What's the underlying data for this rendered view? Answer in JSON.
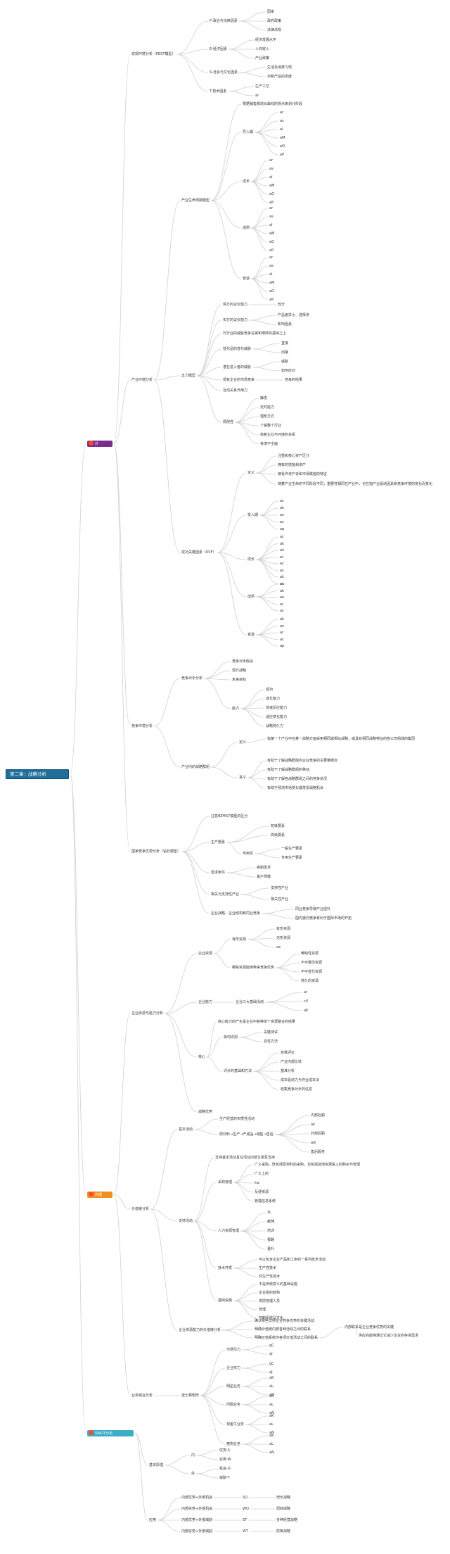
{
  "colors": {
    "line": "#d0d0d0",
    "root_bg": "#1f6f9a",
    "pest_bg": "#7b2d8f",
    "chain_bg": "#f0901e",
    "swot_bg": "#3aaec4",
    "text": "#333333"
  },
  "root": {
    "label": "第二章：战略分析"
  },
  "branch_pest": {
    "label": "外"
  },
  "branch_chain": {
    "label": "内部"
  },
  "branch_swot": {
    "label": "SWOT分析"
  },
  "macro": {
    "label": "宏观环境分析（PEST模型）",
    "p": {
      "label": "P-政治与法律因素",
      "items": [
        "国家",
        "政府政策",
        "法律法规"
      ]
    },
    "e": {
      "label": "E-经济因素",
      "items": [
        "经济发展水平",
        "人均收入",
        "产业政策"
      ]
    },
    "s": {
      "label": "S-社会与文化因素",
      "items": [
        "生活及消费习惯",
        "对新产品的态度"
      ]
    },
    "t": {
      "label": "T-技术因素",
      "items": [
        "生产工艺",
        "ar"
      ]
    }
  },
  "industry": {
    "label": "产业环境分析",
    "lifecycle": {
      "label": "产业生命周期模型",
      "head": "根据销售额增长曲线的拐点来划分阶段",
      "intro": {
        "label": "导入期",
        "items": [
          "ar",
          "as",
          "al",
          "aM",
          "aO",
          "aP"
        ]
      },
      "growth": {
        "label": "成长",
        "items": [
          "ar",
          "as",
          "al",
          "aM",
          "aO",
          "aP"
        ]
      },
      "mature": {
        "label": "成熟",
        "items": [
          "ar",
          "as",
          "al",
          "aM",
          "aO",
          "aP"
        ]
      },
      "decline": {
        "label": "衰退",
        "items": [
          "ar",
          "as",
          "al",
          "aM",
          "aO",
          "aP"
        ]
      }
    },
    "five": {
      "label": "五力模型",
      "supplier": {
        "label": "供方的议价能力",
        "items": [
          "较分"
        ]
      },
      "buyer": {
        "label": "买方的议价能力",
        "items": [
          "产品差异小、选择多",
          "影响因素"
        ]
      },
      "base": "行行业的威胁竞争在等和博弈的基础之上",
      "substitute": {
        "label": "替代品的替代威胁",
        "items": [
          "直接",
          "间接"
        ]
      },
      "entrant": {
        "label": "潜在进入者的威胁",
        "items": [
          "威胁",
          "如何应对"
        ]
      },
      "rival": {
        "label": "现有企业的市场竞争",
        "items": [
          "竞争的结果"
        ]
      },
      "other": "互动关系作用力",
      "limit": {
        "label": "局限性",
        "items": [
          "静态",
          "定时能力",
          "理想方式",
          "了解整个行业",
          "依赖企业与环境的关系",
          "考虑不全面"
        ]
      }
    },
    "ksf": {
      "label": "成功关键因素（KSF）",
      "note": {
        "label": "定义",
        "items": [
          "注重和核心资产区分",
          "拥有的技能和资产",
          "被看作资产去和市场赋值的特征",
          "随着产业生命的不同阶段不同，重要性相同在产业中，也在指产业驱动因素和竞争环境的变化而变化"
        ]
      },
      "intro": {
        "label": "投入期",
        "items": [
          "ac",
          "ak",
          "an",
          "ac",
          "ap"
        ]
      },
      "growth": {
        "label": "成长",
        "items": [
          "ac",
          "ak",
          "an",
          "ar",
          "ac",
          "as",
          "ak",
          "an"
        ]
      },
      "mature": {
        "label": "成熟",
        "items": [
          "ac",
          "ak",
          "an",
          "ar",
          "ac"
        ]
      },
      "decline": {
        "label": "衰退",
        "items": [
          "ak",
          "an",
          "ar",
          "ac",
          "ap"
        ]
      }
    }
  },
  "rivalry": {
    "label": "竞争环境分析",
    "competitor": {
      "label": "竞争对手分析",
      "items": [
        "竞争对手假设",
        "现行战略",
        "未来目标"
      ]
    },
    "ability": {
      "label": "能力",
      "items": [
        "成功",
        "成长能力",
        "快速反应能力",
        "适应变化能力",
        "战略持久力"
      ]
    },
    "group": {
      "label": "产业内的战略群组",
      "def": {
        "label": "定义",
        "items": [
          "指某一个产业中在某一战略方面采用相同或相似战略，或具有相同战略特征的各公司组成的集团"
        ]
      },
      "meaning": {
        "label": "意义",
        "items": [
          "有助于了解战略群组内企业竞争的主要着眼点",
          "有助于了解战略群组的移动",
          "有助于了解各战略群组之间的竞争状况",
          "有助于预测市场变化或发现战略机会"
        ]
      }
    }
  },
  "national": {
    "label": "国家竞争优势分析（钻石模型）",
    "head": "注意和PEST模型的区分",
    "factor": {
      "label": "生产要素",
      "items": [
        "初级要素",
        "高级要素"
      ],
      "sub": "专用性",
      "subitems": [
        "一般生产要素",
        "专用生产要素"
      ]
    },
    "demand": {
      "label": "需求条件",
      "items": [
        "挑剔需求",
        "客户规模"
      ]
    },
    "support": {
      "label": "相关与支持性产业",
      "items": [
        "支持性产业",
        "相关性产业"
      ]
    },
    "strategy": {
      "label": "企业战略、企业结构和同业竞争",
      "items": [
        "同业竞争导致产业提升",
        "国内激烈竞争有利于国际市场的开拓"
      ]
    }
  },
  "resources": {
    "label": "企业资源与能力分析",
    "res": {
      "label": "企业资源",
      "tangible": {
        "label": "有形资源",
        "items": [
          "有形资源",
          "无形资源",
          "ax"
        ]
      },
      "value": {
        "label": "哪些资源能够带来竞争优势",
        "items": [
          "稀缺性资源",
          "不可模仿资源",
          "不可替代资源",
          "持久的资源"
        ]
      }
    },
    "cap": {
      "label": "企业能力",
      "core": {
        "label": "企业三大基础活动",
        "items": [
          "ar",
          "cV",
          "aK"
        ]
      }
    },
    "core": {
      "label": "核心",
      "head": "核心能力的产生是企业中各种单个资源整合的结果",
      "identify": {
        "label": "如何识别",
        "items": [
          "关键测试",
          "具性方法"
        ]
      },
      "eval": {
        "label": "评价的基础和方法",
        "items": [
          "自我评价",
          "产业内部比较",
          "基准分析",
          "成本驱动力与作业成本法",
          "收集竞争对手的信息"
        ]
      }
    },
    "benchmark": "战略优势"
  },
  "value_chain": {
    "label": "价值链分析",
    "basic": {
      "label": "基本活动",
      "head": "生产经营的实质性活动",
      "flow": "原材料→生产→产成品→销售→售后",
      "items": [
        "内部后勤",
        "ak",
        "外部后勤",
        "aN",
        "售后服务"
      ]
    },
    "support": {
      "label": "支持活动",
      "head": "支持基本活动且在活动内部又相互支持",
      "purchase": {
        "label": "采购管理",
        "items": [
          "广义采购，既包括原材料的采购，也包括其他资源投入的购买与管理",
          "广义上的",
          "kw",
          "及便资源",
          "管理信息系统"
        ]
      },
      "hr": {
        "label": "人力资源管理",
        "items": [
          "3L",
          "雇佣",
          "培训",
          "报酬",
          "晋升"
        ]
      },
      "tech": {
        "label": "技术开发",
        "items": [
          "可以包含企业产品和工序的一系列技术活动",
          "生产性技术",
          "非生产性技术"
        ]
      },
      "infra": {
        "label": "基础设施",
        "items": [
          "不是传统意义的基础设施",
          "企业组织结构",
          "高层管理人员",
          "管理",
          "控制系统及文化"
        ]
      }
    },
    "resource": {
      "label": "企业资源能力的价值链分析",
      "items": [
        "确认那些支持企业竞争优势的关键活动",
        "明确价值链内部各种活动之间的联系",
        "明确价值系统内各项价值活动之间的联系"
      ],
      "side": [
        "内部联系是企业竞争优势的关键",
        "供应商能够通过它减少企业的存货需求"
      ]
    }
  },
  "portfolio": {
    "label": "业务组合分析",
    "bcg": {
      "label": "波士顿矩阵",
      "market": {
        "label": "市场引力",
        "items": [
          "gC",
          "aJ"
        ]
      },
      "strength": {
        "label": "企业实力",
        "items": [
          "gC",
          "aJ"
        ]
      },
      "star": {
        "label": "明星业务",
        "items": [
          "aK",
          "aL",
          "aN"
        ]
      },
      "question": {
        "label": "问题业务",
        "items": [
          "aK",
          "aL",
          "aN"
        ]
      },
      "cow": {
        "label": "现金牛业务",
        "items": [
          "aK",
          "aL",
          "aN"
        ]
      },
      "dog": {
        "label": "瘦狗业务",
        "items": [
          "aK",
          "aL",
          "aN"
        ]
      }
    }
  },
  "swot": {
    "base": {
      "label": "基本原理",
      "inner": {
        "label": "内",
        "items": [
          "优势-S",
          "劣势-W"
        ]
      },
      "outer": {
        "label": "外",
        "items": [
          "机会-O",
          "威胁-T"
        ]
      }
    },
    "apply": {
      "label": "应用",
      "rows": [
        {
          "pair": "内部优势+外部机会",
          "code": "SO",
          "strategy": "增长战略"
        },
        {
          "pair": "内部劣势+外部机会",
          "code": "WO",
          "strategy": "扭转战略"
        },
        {
          "pair": "内部优势+外部威胁",
          "code": "ST",
          "strategy": "多种经营战略"
        },
        {
          "pair": "内部劣势+外部威胁",
          "code": "WT",
          "strategy": "防御战略"
        }
      ]
    }
  }
}
